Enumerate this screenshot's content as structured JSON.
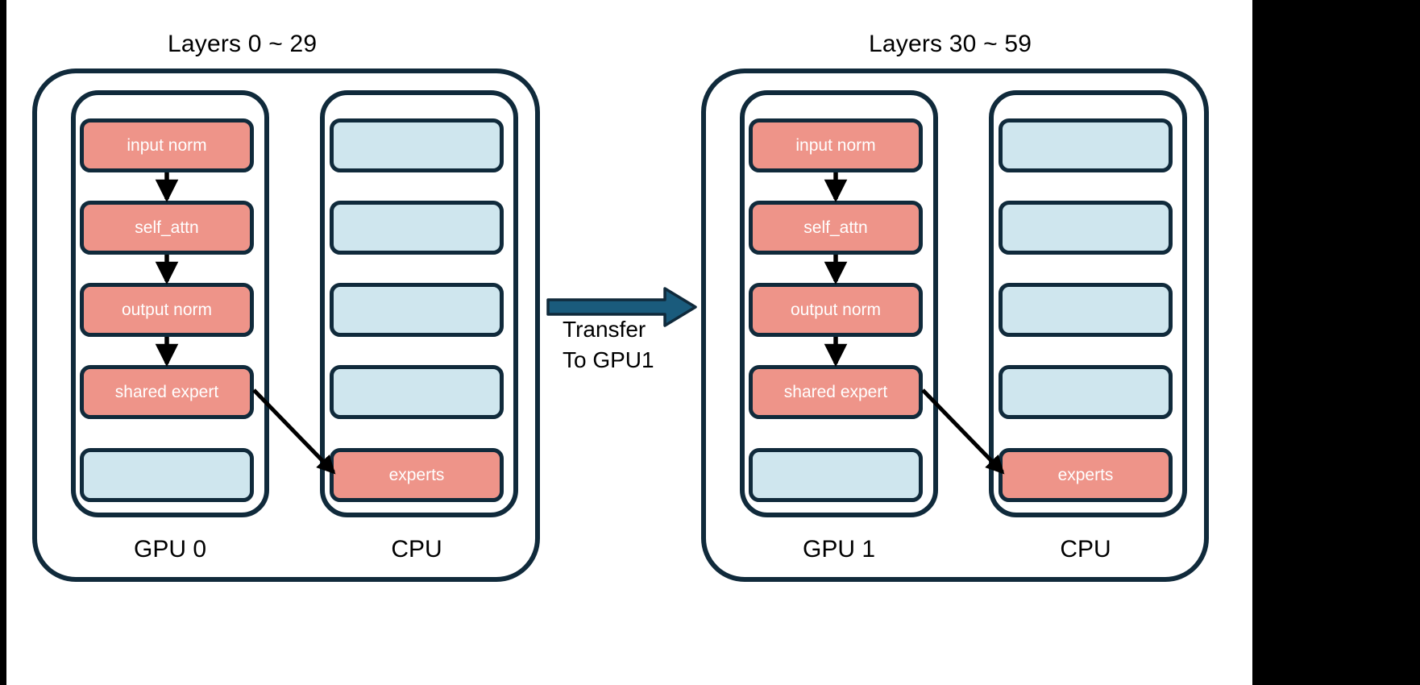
{
  "diagram": {
    "title_left": "Layers 0 ~ 29",
    "title_right": "Layers 30 ~ 59",
    "colors": {
      "active_block": "#EE9489",
      "idle_block": "#CFE6EE",
      "outline": "#102A3B",
      "transfer_arrow": "#1A5B7C",
      "background": "#FFFFFF",
      "frame": "#000000"
    }
  },
  "panels": [
    {
      "title": "Layers 0 ~ 29",
      "devices": [
        {
          "label": "GPU 0",
          "blocks": [
            {
              "label": "input norm",
              "state": "active"
            },
            {
              "label": "self_attn",
              "state": "active"
            },
            {
              "label": "output norm",
              "state": "active"
            },
            {
              "label": "shared expert",
              "state": "active"
            },
            {
              "label": "",
              "state": "idle"
            }
          ]
        },
        {
          "label": "CPU",
          "blocks": [
            {
              "label": "",
              "state": "idle"
            },
            {
              "label": "",
              "state": "idle"
            },
            {
              "label": "",
              "state": "idle"
            },
            {
              "label": "",
              "state": "idle"
            },
            {
              "label": "experts",
              "state": "active"
            }
          ]
        }
      ]
    },
    {
      "title": "Layers 30 ~ 59",
      "devices": [
        {
          "label": "GPU 1",
          "blocks": [
            {
              "label": "input norm",
              "state": "active"
            },
            {
              "label": "self_attn",
              "state": "active"
            },
            {
              "label": "output norm",
              "state": "active"
            },
            {
              "label": "shared expert",
              "state": "active"
            },
            {
              "label": "",
              "state": "idle"
            }
          ]
        },
        {
          "label": "CPU",
          "blocks": [
            {
              "label": "",
              "state": "idle"
            },
            {
              "label": "",
              "state": "idle"
            },
            {
              "label": "",
              "state": "idle"
            },
            {
              "label": "",
              "state": "idle"
            },
            {
              "label": "experts",
              "state": "active"
            }
          ]
        }
      ]
    }
  ],
  "transfer": {
    "line1": "Transfer",
    "line2": "To GPU1"
  }
}
